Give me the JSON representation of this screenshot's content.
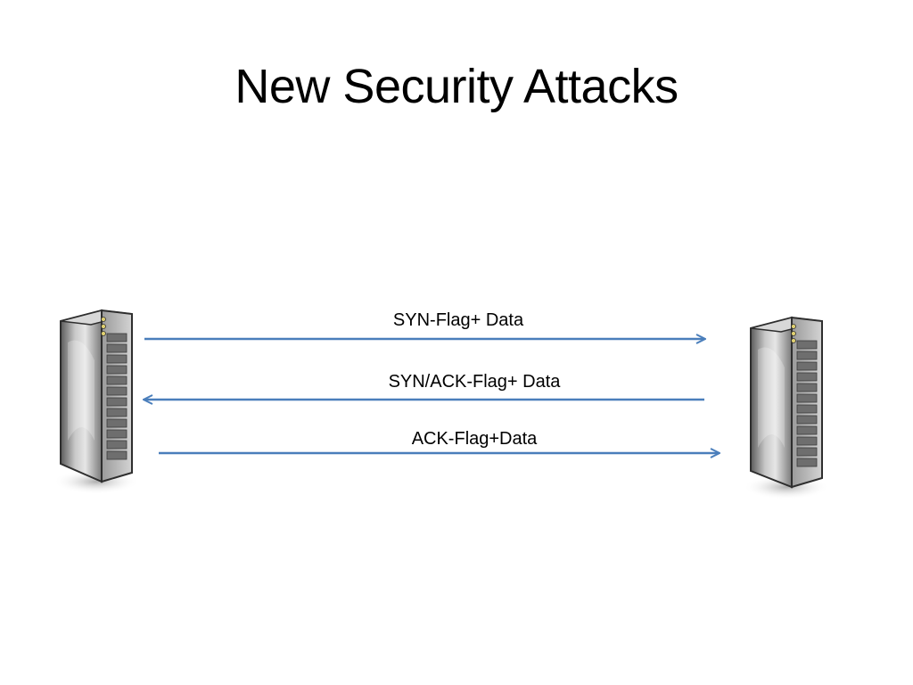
{
  "slide": {
    "title": "New Security Attacks"
  },
  "diagram": {
    "nodes": [
      {
        "role": "left-server",
        "icon": "server-icon"
      },
      {
        "role": "right-server",
        "icon": "server-icon"
      }
    ],
    "messages": [
      {
        "label": "SYN-Flag+ Data",
        "direction": "left-to-right"
      },
      {
        "label": "SYN/ACK-Flag+ Data",
        "direction": "right-to-left"
      },
      {
        "label": "ACK-Flag+Data",
        "direction": "left-to-right"
      }
    ],
    "colors": {
      "arrow": "#4a7ebb",
      "server_body": "#8c8c8c",
      "server_outline": "#2e2e2e"
    }
  }
}
